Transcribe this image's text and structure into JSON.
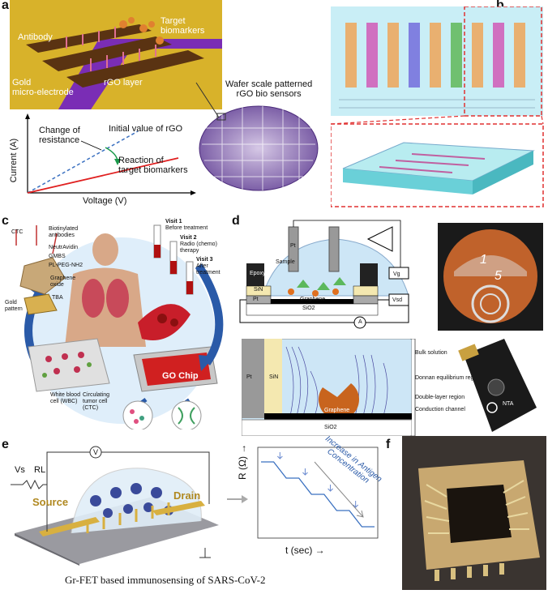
{
  "panel_letters": {
    "a": "a",
    "b": "b",
    "c": "c",
    "d": "d",
    "e": "e",
    "f": "f"
  },
  "panel_a": {
    "labels": {
      "antibody": "Antibody",
      "target": "Target\nbiomarkers",
      "gold": "Gold\nmicro-electrode",
      "rgo": "rGO layer",
      "wafer": "Wafer scale patterned\nrGO bio sensors"
    },
    "graph": {
      "change": "Change of\nresistance",
      "initial": "Initial value of rGO",
      "reaction": "Reaction of\ntarget biomarkers",
      "ylabel": "Current (A)",
      "xlabel": "Voltage (V)"
    }
  },
  "panel_c": {
    "ctc": "CTC",
    "biotin": "Biotinylated\nantibodies",
    "neutr": "NeutrAvidin",
    "gmbs": "GMBS",
    "plpeg": "PL-PEG-NH2",
    "go": "Graphene\noxide",
    "tba": "TBA",
    "gold": "Gold\npattern",
    "wbc": "White blood\ncell (WBC)",
    "ctc2": "Circulating\ntumor cell\n(CTC)",
    "visit1": "Visit 1",
    "visit1b": "Before treatment",
    "visit2": "Visit 2",
    "visit2b": "Radio (chemo)\ntherapy",
    "visit3": "Visit 3",
    "visit3b": "After\ntreatment",
    "gochip": "GO Chip"
  },
  "panel_d": {
    "pt": "Pt",
    "sample": "Sample",
    "epoxy": "Epoxy",
    "sin": "SiN",
    "graphene": "Graphene",
    "sio2": "SiO2",
    "vg": "Vg",
    "vsd": "Vsd",
    "a": "A",
    "bulk": "Bulk solution",
    "donnan": "Donnan equilibrium region",
    "double": "Double-layer region",
    "conduction": "Conduction channel",
    "board": "NTA"
  },
  "panel_e": {
    "vs": "Vs",
    "rl": "RL",
    "v": "V",
    "source": "Source",
    "drain": "Drain",
    "annotation": "Increase in Antigen\nConcentration",
    "ylabel": "R (Ω) →",
    "xlabel": "t (sec) →",
    "caption": "Gr-FET based immunosensing of SARS-CoV-2"
  },
  "chart_data": {
    "type": "line",
    "title": "",
    "xlabel": "t (sec)",
    "ylabel": "R (Ω)",
    "series": [
      {
        "name": "",
        "values": [
          5,
          5,
          4,
          4,
          3,
          3,
          2,
          2,
          1,
          1
        ]
      }
    ],
    "note": "Stepwise decreasing resistance, 4 downward steps marked by arrows"
  },
  "colors": {
    "gold": "#d9b52b",
    "purple": "#7a2db5",
    "rgo": "#5a3312",
    "red": "#e02020",
    "blue_dash": "#3a70c0",
    "arrow_blue": "#2a5aa8",
    "cyan": "#9fe6ec",
    "sensor_bg": "#c9eef6",
    "chip_orange": "#c0622b"
  }
}
